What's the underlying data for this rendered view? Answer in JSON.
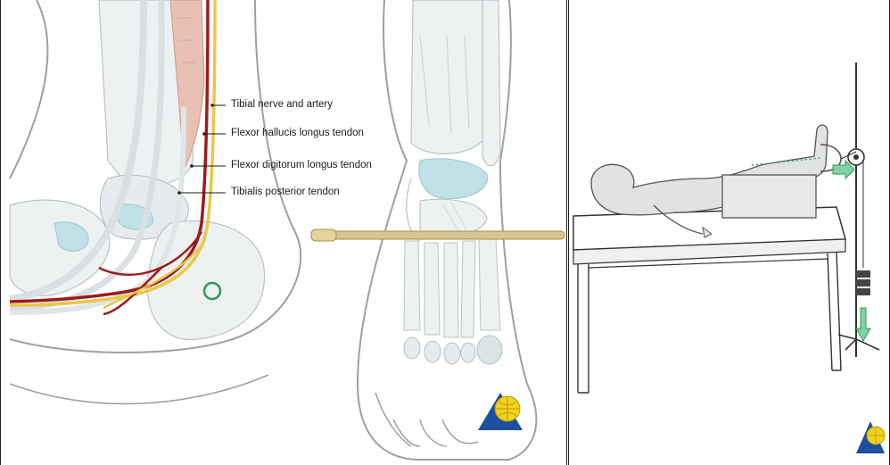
{
  "left_panel": {
    "labels": [
      "Tibial nerve and artery",
      "Flexor hallucis longus tendon",
      "Flexor digitorum longus tendon",
      "Tibialis posterior tendon"
    ]
  },
  "colors": {
    "nerve_yellow": "#e8c84a",
    "artery_red": "#9b1c1c",
    "bone_fill": "#eef1f2",
    "bone_outline": "#b9c2c6",
    "cartilage_blue": "#bfe1e6",
    "marker_green": "#2f9a55",
    "arrow_green": "#7fd3a4",
    "logo_blue": "#1c4fa0",
    "logo_yellow": "#f3d21a"
  },
  "icons": {
    "left_logo": "ao-logo-icon",
    "right_logo": "ao-logo-icon",
    "traction_arrow": "traction-arrow-icon",
    "weight_arrow": "weight-arrow-icon"
  }
}
